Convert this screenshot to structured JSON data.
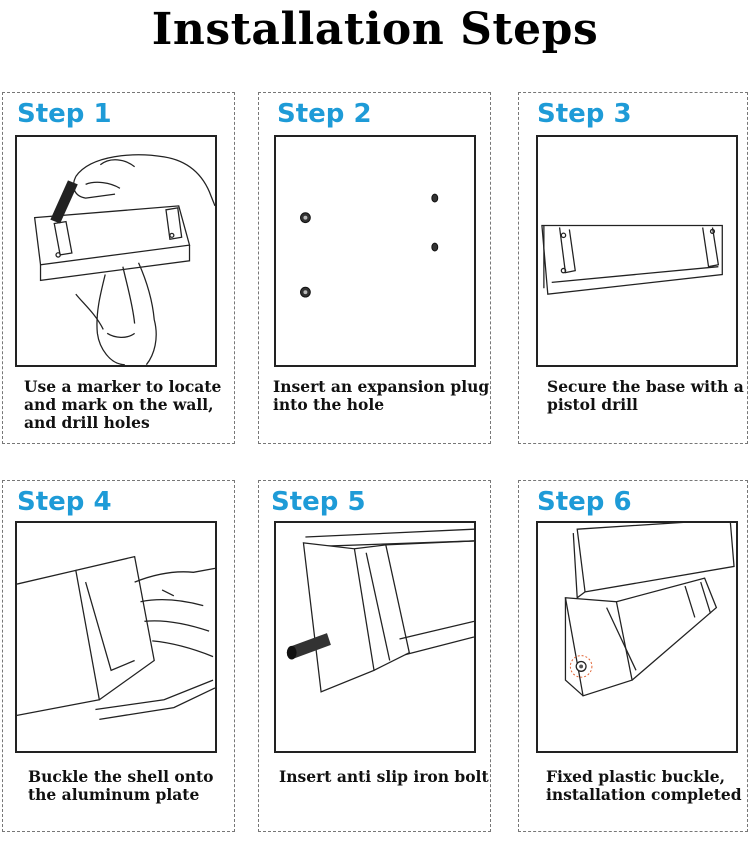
{
  "title": "Installation Steps",
  "accent_color": "#1e9bd7",
  "steps": [
    {
      "label": "Step 1",
      "caption": "Use a marker to locate\nand mark on the wall,\nand drill holes"
    },
    {
      "label": "Step 2",
      "caption": "Insert an expansion plug\ninto the hole"
    },
    {
      "label": "Step 3",
      "caption": "Secure the base with a\npistol drill"
    },
    {
      "label": "Step 4",
      "caption": "Buckle the shell onto\nthe aluminum plate"
    },
    {
      "label": "Step 5",
      "caption": "Insert anti slip iron bolt"
    },
    {
      "label": "Step 6",
      "caption": "Fixed plastic buckle,\ninstallation completed"
    }
  ]
}
